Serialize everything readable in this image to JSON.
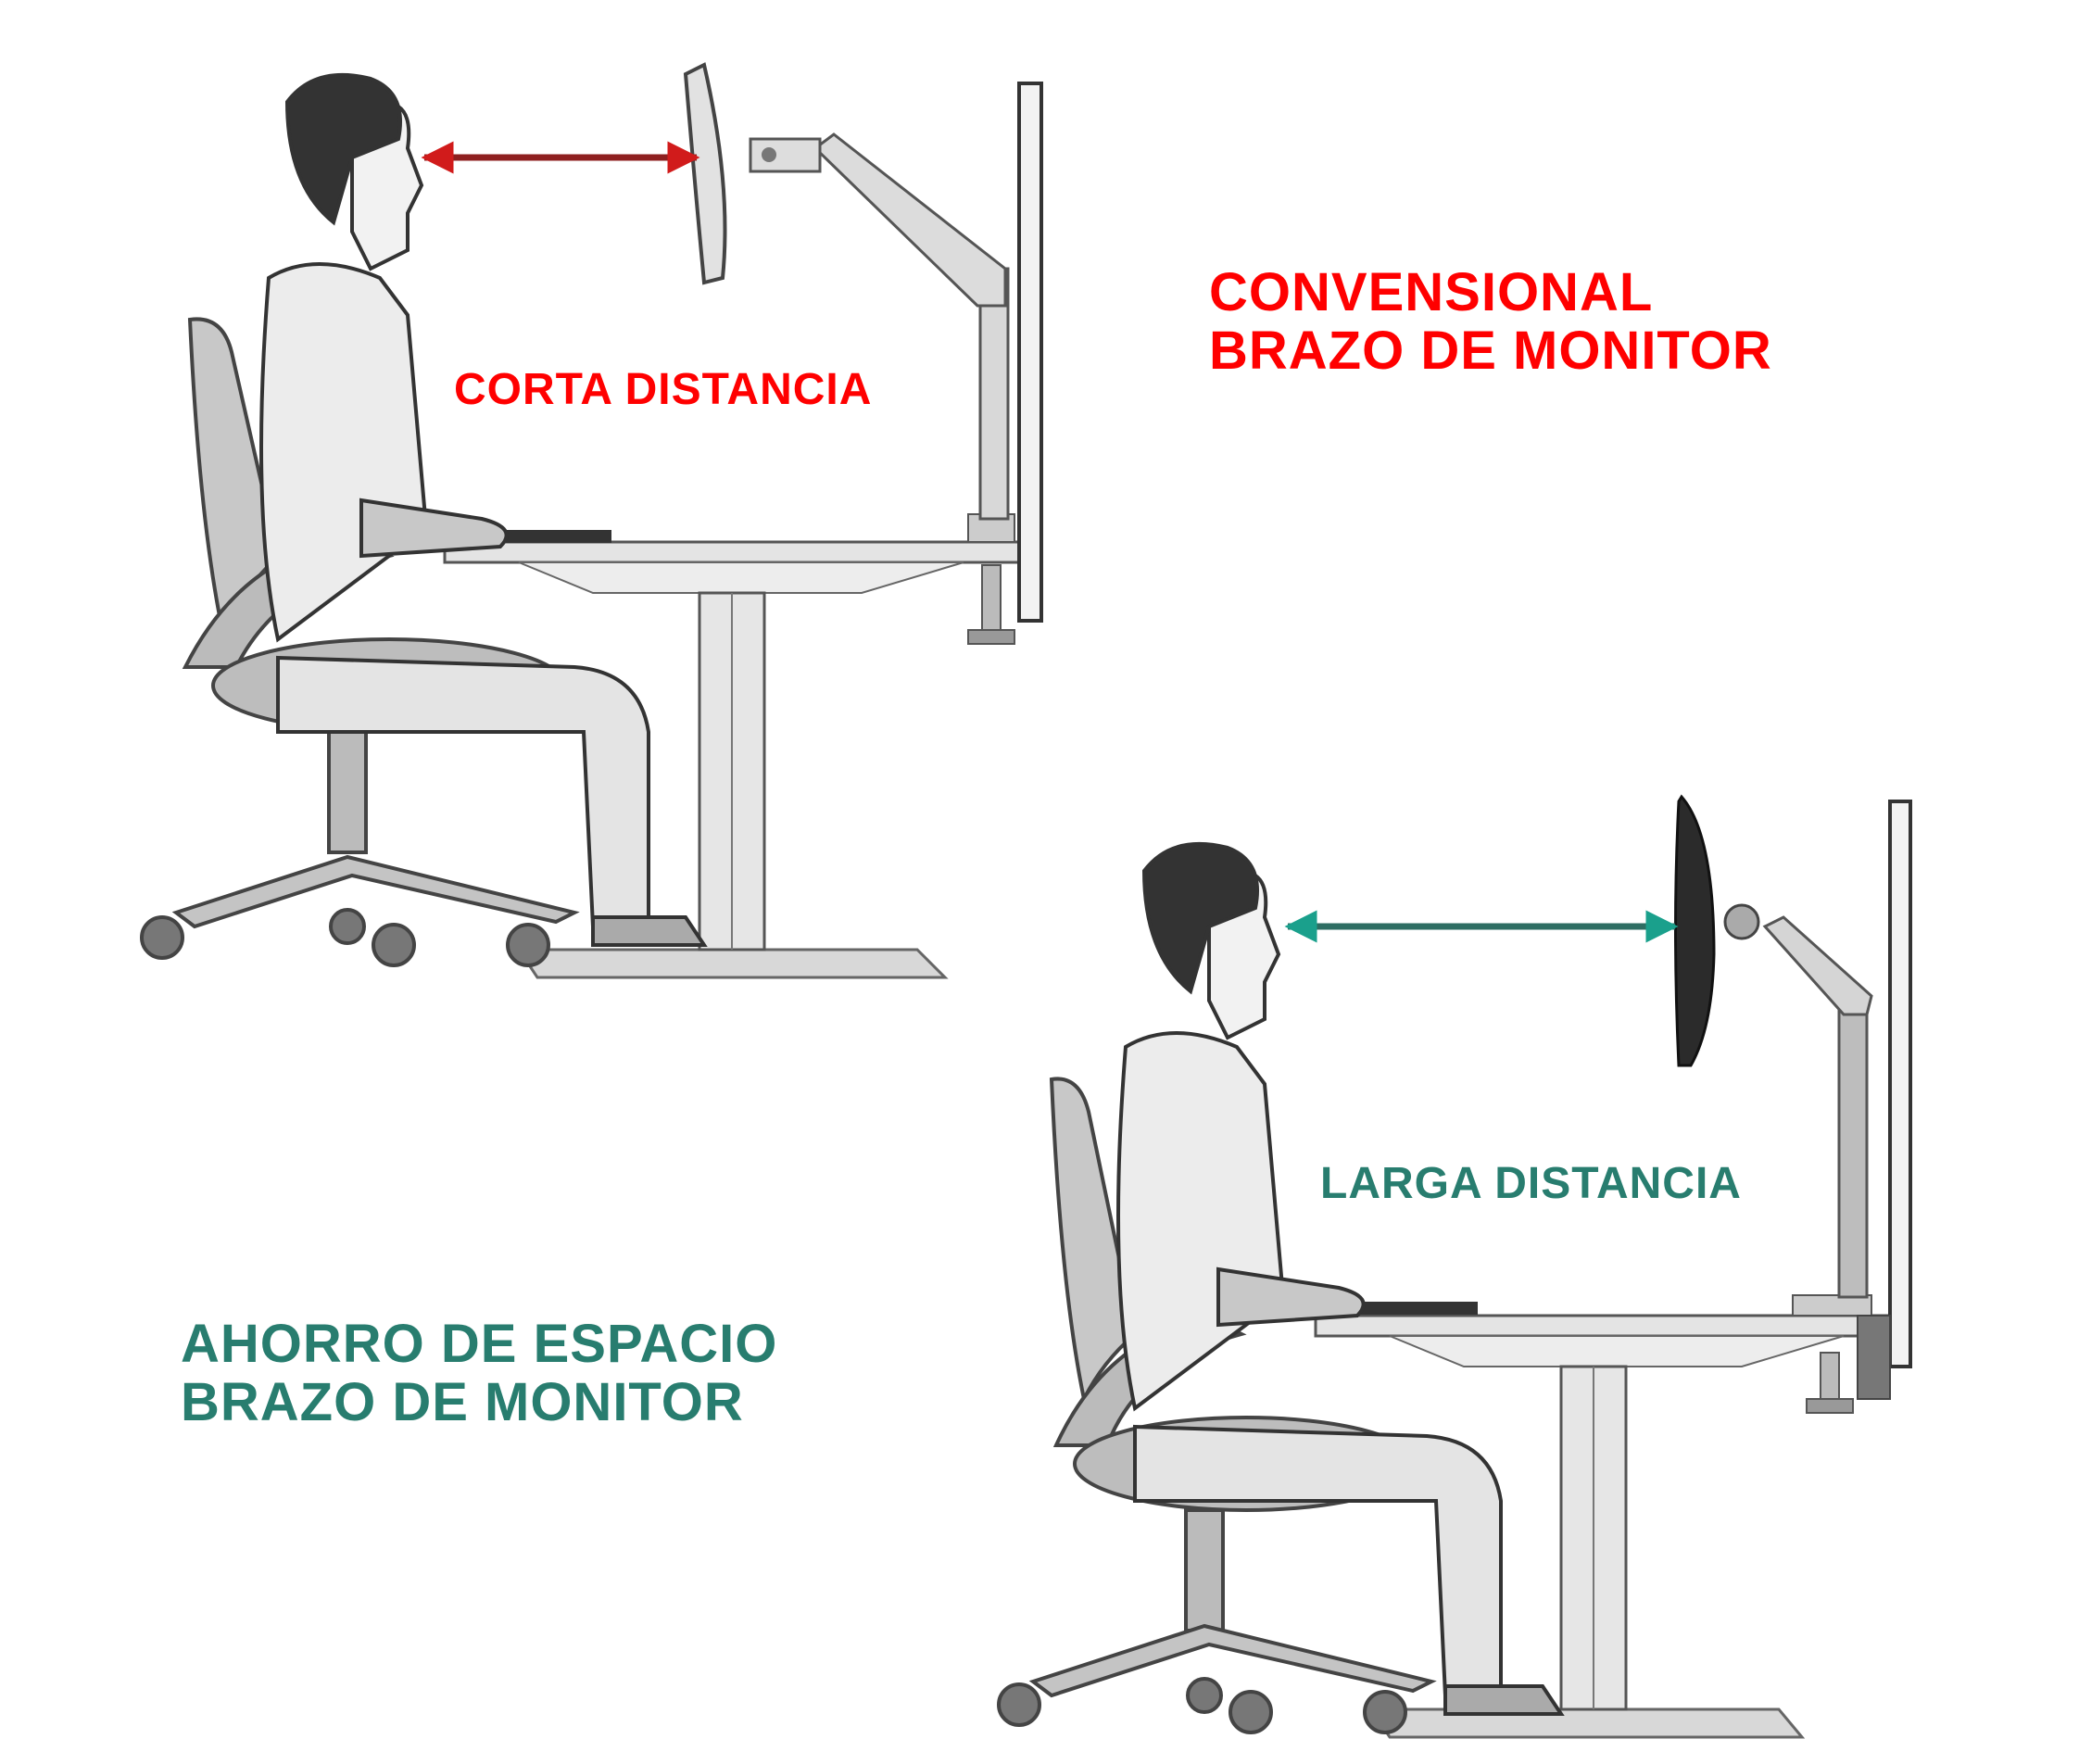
{
  "top_scene": {
    "title_line1": "CONVENSIONAL",
    "title_line2": "BRAZO DE MONITOR",
    "distance_label": "CORTA DISTANCIA",
    "accent_color": "#ff0000",
    "arrow_color": "#b01a1a"
  },
  "bottom_scene": {
    "title_line1": "AHORRO DE ESPACIO",
    "title_line2": "BRAZO DE MONITOR",
    "distance_label": "LARGA DISTANCIA",
    "accent_color": "#287d6f",
    "arrow_color": "#1f9c8a"
  }
}
